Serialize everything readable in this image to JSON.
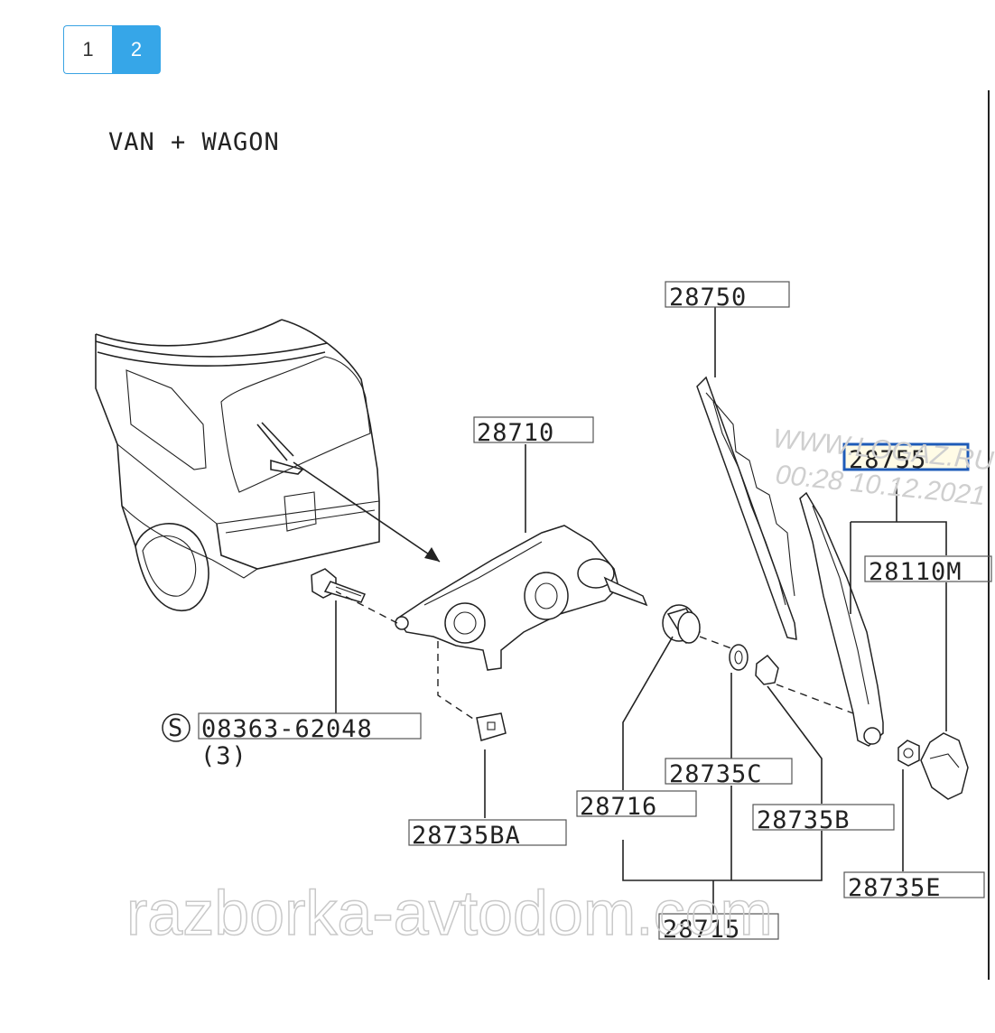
{
  "pagination": {
    "pages": [
      "1",
      "2"
    ],
    "active": "2"
  },
  "diagram": {
    "title": "VAN + WAGON",
    "parts": {
      "p28750": "28750",
      "p28710": "28710",
      "p28755": "28755",
      "p28110M": "28110M",
      "p08363": "08363-62048",
      "p08363_qty": "(3)",
      "p08363_symbol": "S",
      "p28735C": "28735C",
      "p28716": "28716",
      "p28735B": "28735B",
      "p28735BA": "28735BA",
      "p28735E": "28735E",
      "p28715": "28715"
    },
    "highlighted_part": "28755",
    "highlight_color": "#1e5bb8"
  },
  "watermarks": {
    "main": "razborka-avtodom.com",
    "site": "WWW.LOGAZ.RU",
    "timestamp": "00:28 10.12.2021"
  }
}
